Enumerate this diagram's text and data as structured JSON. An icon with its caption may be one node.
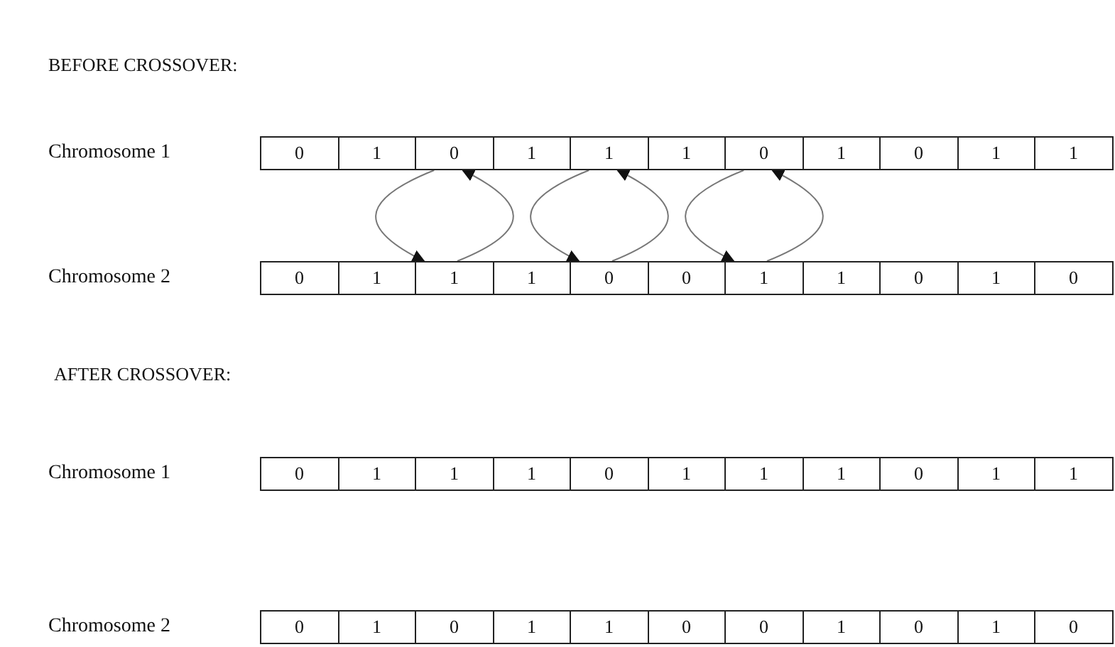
{
  "diagram": {
    "nodes": [
      {
        "text": [
          "0"
        ]
      },
      {
        "text": [
          "1"
        ]
      },
      {
        "text": [
          "0"
        ]
      },
      {
        "text": [
          "1"
        ]
      },
      {
        "text": [
          "1"
        ]
      },
      {
        "text": [
          "1"
        ]
      },
      {
        "text": [
          "0"
        ]
      },
      {
        "text": [
          "1"
        ]
      },
      {
        "text": [
          "0"
        ]
      },
      {
        "text": [
          "1"
        ]
      },
      {
        "text": [
          "1"
        ]
      },
      {
        "text": [
          "0"
        ]
      },
      {
        "text": [
          "1"
        ]
      },
      {
        "text": [
          "1"
        ]
      },
      {
        "text": [
          "1"
        ]
      },
      {
        "text": [
          "0"
        ]
      },
      {
        "text": [
          "0"
        ]
      },
      {
        "text": [
          "1"
        ]
      },
      {
        "text": [
          "1"
        ]
      },
      {
        "text": [
          "0"
        ]
      },
      {
        "text": [
          "1"
        ]
      },
      {
        "text": [
          "0"
        ]
      },
      {
        "text": [
          "0"
        ]
      },
      {
        "text": [
          "1"
        ]
      },
      {
        "text": [
          "1"
        ]
      },
      {
        "text": [
          "1"
        ]
      },
      {
        "text": [
          "0"
        ]
      },
      {
        "text": [
          "1"
        ]
      },
      {
        "text": [
          "1"
        ]
      },
      {
        "text": [
          "1"
        ]
      },
      {
        "text": [
          "0"
        ]
      },
      {
        "text": [
          "1"
        ]
      },
      {
        "text": [
          "1"
        ]
      },
      {
        "text": [
          "0"
        ]
      },
      {
        "text": [
          "1"
        ]
      },
      {
        "text": [
          "0"
        ]
      },
      {
        "text": [
          "1"
        ]
      },
      {
        "text": [
          "1"
        ]
      },
      {
        "text": [
          "0"
        ]
      },
      {
        "text": [
          "0"
        ]
      },
      {
        "text": [
          "1"
        ]
      },
      {
        "text": [
          "0"
        ]
      },
      {
        "text": [
          "1"
        ]
      },
      {
        "text": [
          "0"
        ]
      }
    ],
    "edges": [
      {
        "from": 2,
        "to": 13,
        "arrow": "to"
      },
      {
        "from": 13,
        "to": 2,
        "arrow": "to"
      },
      {
        "from": 4,
        "to": 15,
        "arrow": "to"
      },
      {
        "from": 15,
        "to": 4,
        "arrow": "to"
      },
      {
        "from": 6,
        "to": 17,
        "arrow": "to"
      },
      {
        "from": 17,
        "to": 6,
        "arrow": "to"
      }
    ],
    "labels": [
      "BEFORE CROSSOVER:",
      "Chromosome 1",
      "Chromosome 2",
      "AFTER CROSSOVER:",
      "Chromosome 1",
      "Chromosome 2"
    ]
  }
}
